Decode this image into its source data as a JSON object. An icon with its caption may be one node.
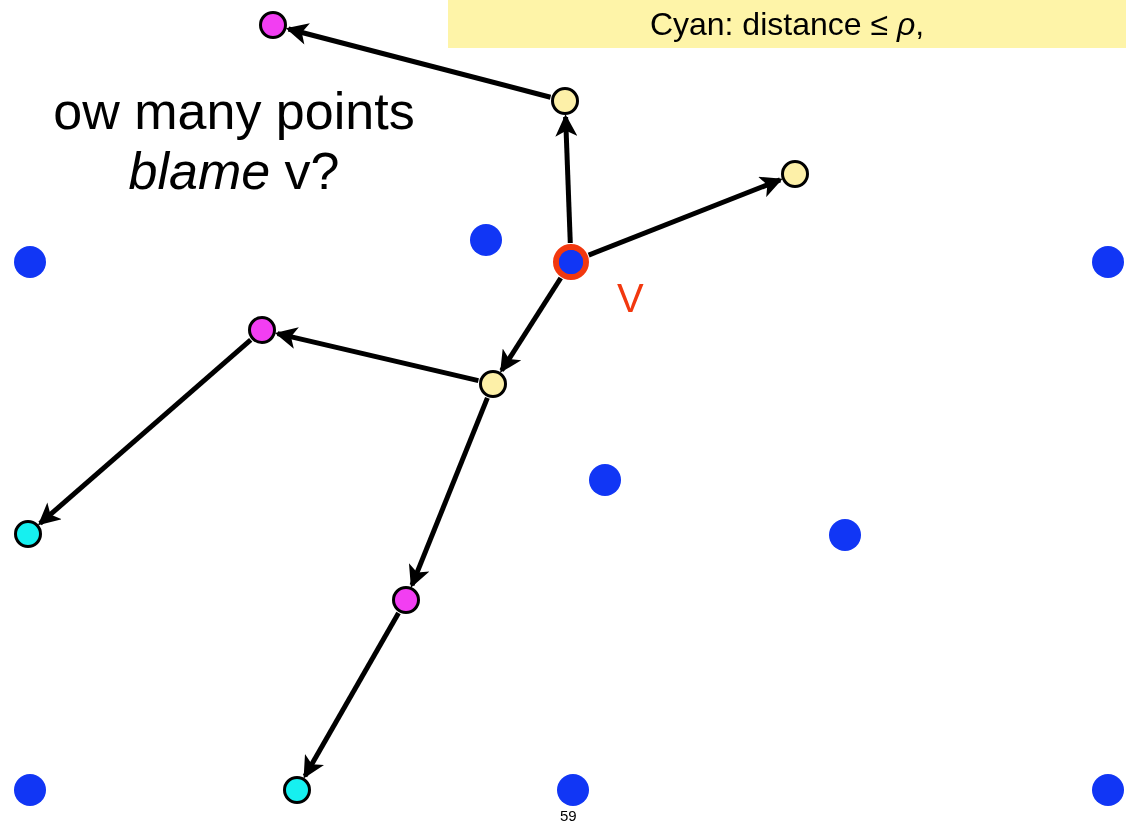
{
  "diagram": {
    "nodes": [
      {
        "text": [
          "Cyan: distance ≤ *ρ*,"
        ]
      },
      {
        "text": [],
        "shape": "circle"
      },
      {
        "text": [],
        "shape": "circle"
      },
      {
        "text": [],
        "shape": "circle"
      },
      {
        "text": [],
        "shape": "circle",
        "beside": [
          "V"
        ]
      },
      {
        "text": [],
        "shape": "circle"
      },
      {
        "text": [],
        "shape": "circle"
      },
      {
        "text": [],
        "shape": "circle"
      },
      {
        "text": [],
        "shape": "circle"
      },
      {
        "text": [],
        "shape": "circle"
      },
      {
        "text": [],
        "shape": "circle"
      },
      {
        "text": [],
        "shape": "circle"
      },
      {
        "text": [],
        "shape": "circle"
      },
      {
        "text": [],
        "shape": "circle"
      },
      {
        "text": [],
        "shape": "circle"
      },
      {
        "text": [],
        "shape": "circle"
      },
      {
        "text": [],
        "shape": "circle"
      },
      {
        "text": [],
        "shape": "circle"
      }
    ],
    "edges": [
      {
        "from": 2,
        "to": 1,
        "arrow": "to"
      },
      {
        "from": 4,
        "to": 2,
        "arrow": "to"
      },
      {
        "from": 4,
        "to": 3,
        "arrow": "to"
      },
      {
        "from": 4,
        "to": 7,
        "arrow": "to"
      },
      {
        "from": 7,
        "to": 6,
        "arrow": "to"
      },
      {
        "from": 6,
        "to": 8,
        "arrow": "to"
      },
      {
        "from": 7,
        "to": 11,
        "arrow": "to"
      },
      {
        "from": 11,
        "to": 14,
        "arrow": "to"
      }
    ],
    "labels": [
      "ow many points *blame* v?",
      "59"
    ]
  }
}
